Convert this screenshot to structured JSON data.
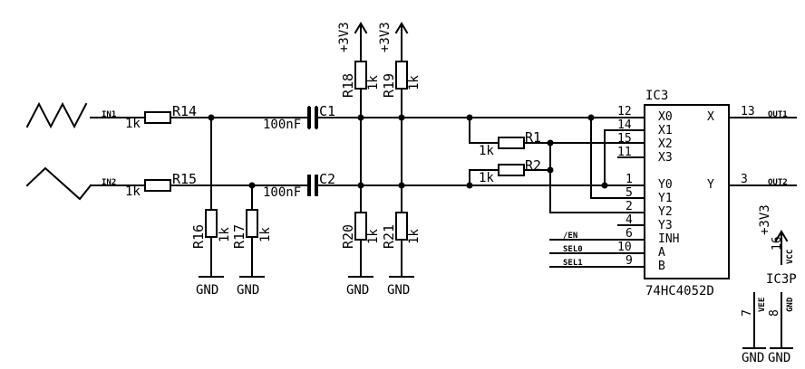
{
  "ic": {
    "name": "IC3",
    "value": "74HC4052D",
    "power_name": "IC3P",
    "pins_left": [
      {
        "num": "12",
        "label": "X0"
      },
      {
        "num": "14",
        "label": "X1"
      },
      {
        "num": "15",
        "label": "X2"
      },
      {
        "num": "11",
        "label": "X3"
      },
      {
        "num": "1",
        "label": "Y0"
      },
      {
        "num": "5",
        "label": "Y1"
      },
      {
        "num": "2",
        "label": "Y2"
      },
      {
        "num": "4",
        "label": "Y3"
      },
      {
        "num": "6",
        "label": "INH"
      },
      {
        "num": "10",
        "label": "A"
      },
      {
        "num": "9",
        "label": "B"
      }
    ],
    "pin_x_label": "X",
    "pin_y_label": "Y",
    "pin_x_num": "13",
    "pin_y_num": "3",
    "pwr_vcc_num": "16",
    "pwr_vcc_label": "VCC",
    "pwr_vee_num": "7",
    "pwr_vee_label": "VEE",
    "pwr_gnd_num": "8",
    "pwr_gnd_label": "GND"
  },
  "nets": {
    "in1": "IN1",
    "in2": "IN2",
    "out1": "OUT1",
    "out2": "OUT2",
    "en": "/EN",
    "sel0": "SEL0",
    "sel1": "SEL1"
  },
  "resistors": {
    "r14": {
      "name": "R14",
      "value": "1k"
    },
    "r15": {
      "name": "R15",
      "value": "1k"
    },
    "r16": {
      "name": "R16",
      "value": "1k"
    },
    "r17": {
      "name": "R17",
      "value": "1k"
    },
    "r18": {
      "name": "R18",
      "value": "1k"
    },
    "r19": {
      "name": "R19",
      "value": "1k"
    },
    "r20": {
      "name": "R20",
      "value": "1k"
    },
    "r21": {
      "name": "R21",
      "value": "1k"
    },
    "r1": {
      "name": "R1",
      "value": "1k"
    },
    "r2": {
      "name": "R2",
      "value": "1k"
    }
  },
  "capacitors": {
    "c1": {
      "name": "C1",
      "value": "100nF"
    },
    "c2": {
      "name": "C2",
      "value": "100nF"
    }
  },
  "supplies": {
    "v33": "+3V3",
    "gnd": "GND"
  }
}
